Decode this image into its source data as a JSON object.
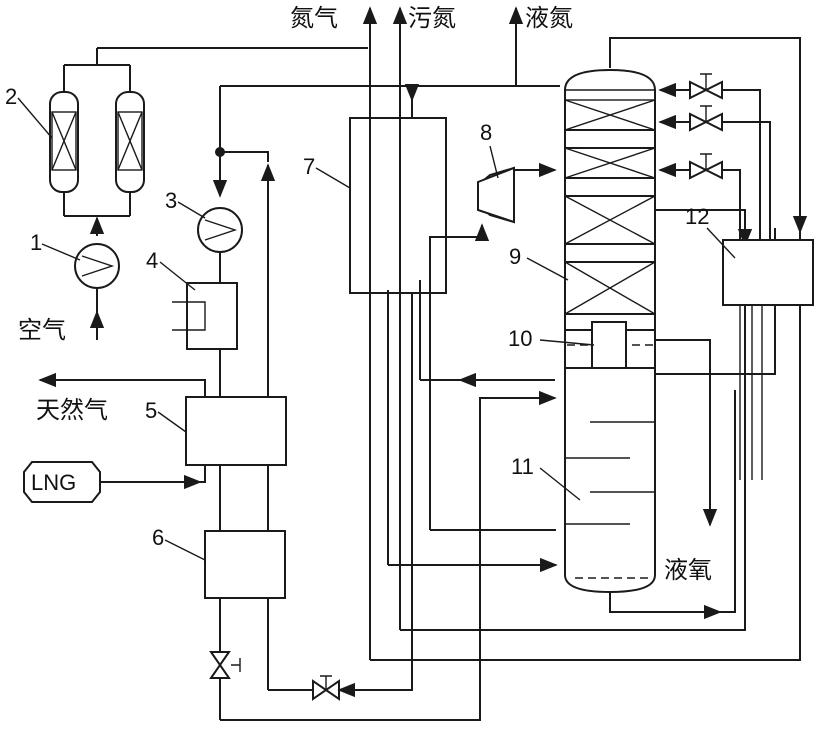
{
  "outputs": {
    "nitrogen_gas": "氮气",
    "waste_nitrogen": "污氮",
    "liquid_nitrogen": "液氮"
  },
  "inputs": {
    "air": "空气",
    "natural_gas": "天然气",
    "lng": "LNG"
  },
  "products": {
    "liquid_oxygen": "液氧"
  },
  "component_numbers": [
    "1",
    "2",
    "3",
    "4",
    "5",
    "6",
    "7",
    "8",
    "9",
    "10",
    "11",
    "12"
  ],
  "colors": {
    "line": "#1a1a1a",
    "background": "#ffffff"
  }
}
